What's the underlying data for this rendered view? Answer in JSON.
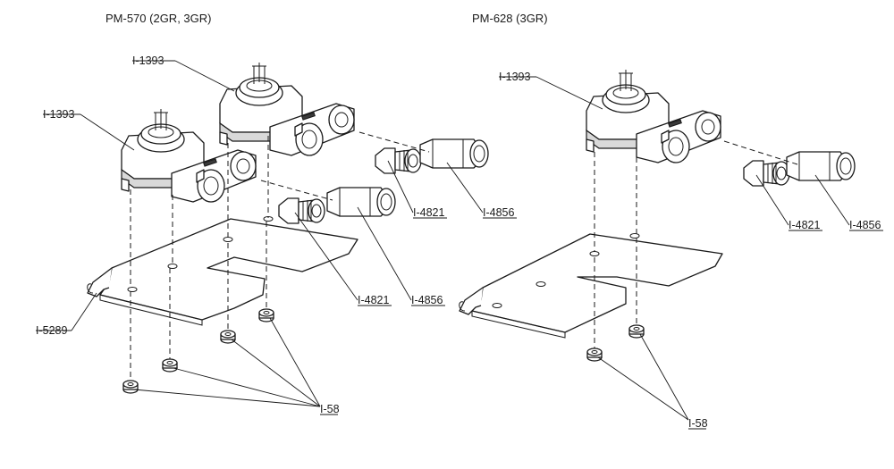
{
  "titles": {
    "left": "PM-570 (2GR, 3GR)",
    "right": "PM-628 (3GR)"
  },
  "labels": {
    "left_i1393_top": "I-1393",
    "left_i1393_front": "I-1393",
    "left_i4821_rear": "I-4821",
    "left_i4856_rear": "I-4856",
    "left_i4821_front": "I-4821",
    "left_i4856_front": "I-4856",
    "left_i5289": "I-5289",
    "left_i58": "I-58",
    "right_i1393": "I-1393",
    "right_i4821": "I-4821",
    "right_i4856": "I-4856",
    "right_i58": "I-58"
  }
}
